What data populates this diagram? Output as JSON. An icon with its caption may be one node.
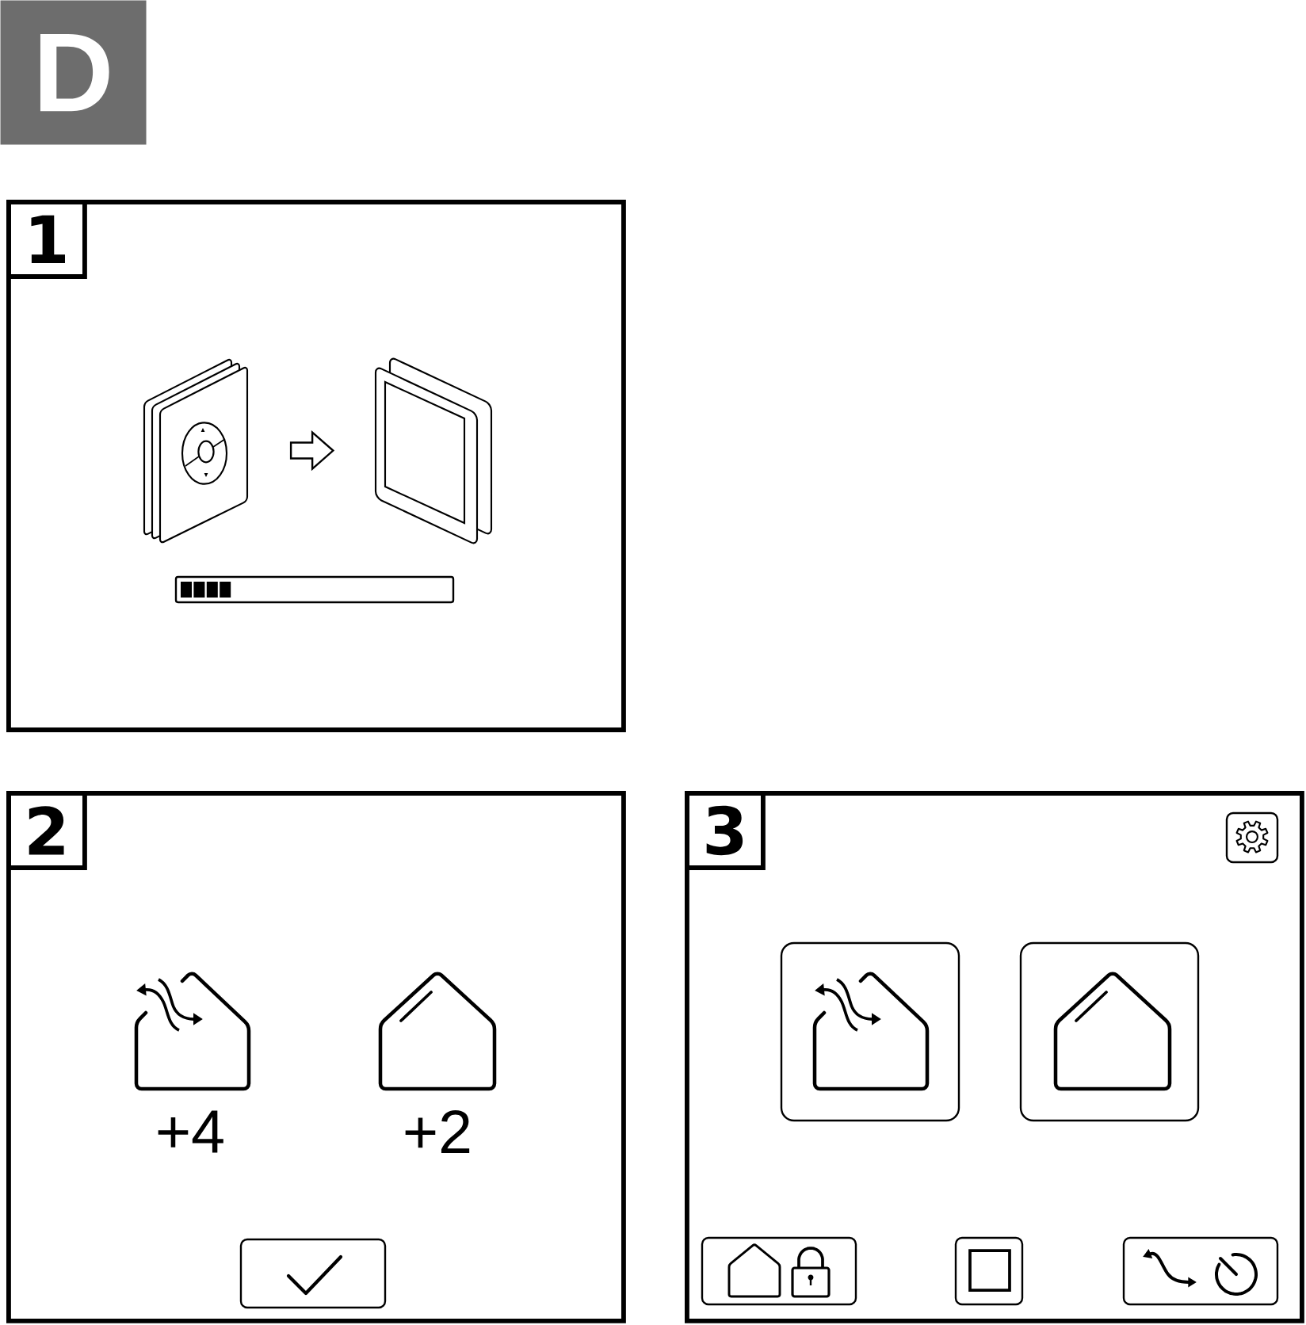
{
  "diagram": {
    "title": "D",
    "nodes": [
      {
        "text": [
          "1"
        ]
      },
      {
        "text": [],
        "shape": "picture",
        "in": 0
      },
      {
        "text": [],
        "shape": "picture",
        "in": 0
      },
      {
        "text": [
          "2"
        ]
      },
      {
        "text": [
          "3"
        ]
      }
    ],
    "edges": [
      {
        "from": 1,
        "to": 2,
        "arrow": "to"
      }
    ],
    "labels": [
      "+4",
      "+2"
    ]
  }
}
